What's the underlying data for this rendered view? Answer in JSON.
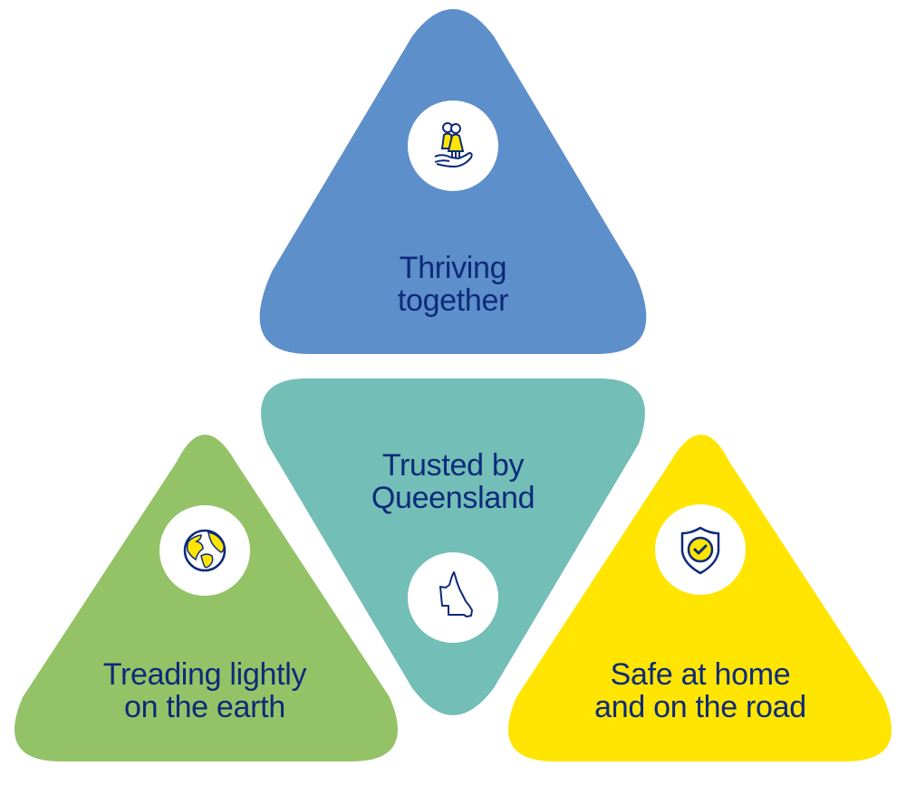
{
  "colors": {
    "blue": "#5d8fca",
    "teal": "#73beb6",
    "green": "#94c367",
    "yellow": "#ffe500",
    "text": "#0d2a7a",
    "icon_stroke": "#0d2a7a",
    "icon_fill": "#ffe500"
  },
  "pillars": [
    {
      "id": "thriving",
      "line1": "Thriving",
      "line2": "together",
      "icon": "people-in-hand-icon",
      "color": "#5d8fca"
    },
    {
      "id": "trusted",
      "line1": "Trusted by",
      "line2": "Queensland",
      "icon": "queensland-map-icon",
      "color": "#73beb6"
    },
    {
      "id": "treading",
      "line1": "Treading lightly",
      "line2": "on the earth",
      "icon": "globe-icon",
      "color": "#94c367"
    },
    {
      "id": "safe",
      "line1": "Safe at home",
      "line2": "and on the road",
      "icon": "shield-check-icon",
      "color": "#ffe500"
    }
  ]
}
